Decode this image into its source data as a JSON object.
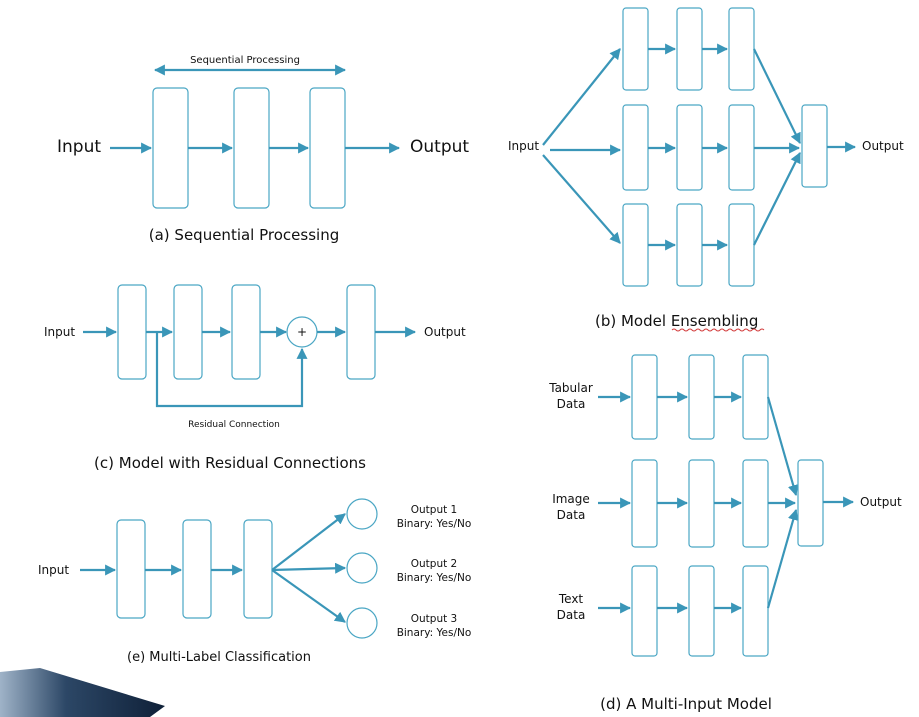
{
  "panels": {
    "a": {
      "caption": "(a) Sequential Processing",
      "span_label": "Sequential Processing",
      "input": "Input",
      "output": "Output"
    },
    "b": {
      "caption_prefix": "(b) Model ",
      "caption_word": "Ensembling",
      "input": "Input",
      "output": "Output"
    },
    "c": {
      "caption": "(c) Model with Residual Connections",
      "input": "Input",
      "output": "Output",
      "plus": "+",
      "residual_label": "Residual Connection"
    },
    "d": {
      "caption": "(d) A Multi-Input Model",
      "inputs": [
        {
          "line1": "Tabular",
          "line2": "Data"
        },
        {
          "line1": "Image",
          "line2": "Data"
        },
        {
          "line1": "Text",
          "line2": "Data"
        }
      ],
      "output": "Output"
    },
    "e": {
      "caption": "(e) Multi-Label Classification",
      "input": "Input",
      "outputs": [
        {
          "title": "Output 1",
          "detail": "Binary: Yes/No"
        },
        {
          "title": "Output 2",
          "detail": "Binary: Yes/No"
        },
        {
          "title": "Output 3",
          "detail": "Binary: Yes/No"
        }
      ]
    }
  },
  "colors": {
    "box_stroke": "#4aa6c4",
    "arrow": "#3a96b8",
    "text": "#111111",
    "decor_dark": "#1f3550"
  }
}
